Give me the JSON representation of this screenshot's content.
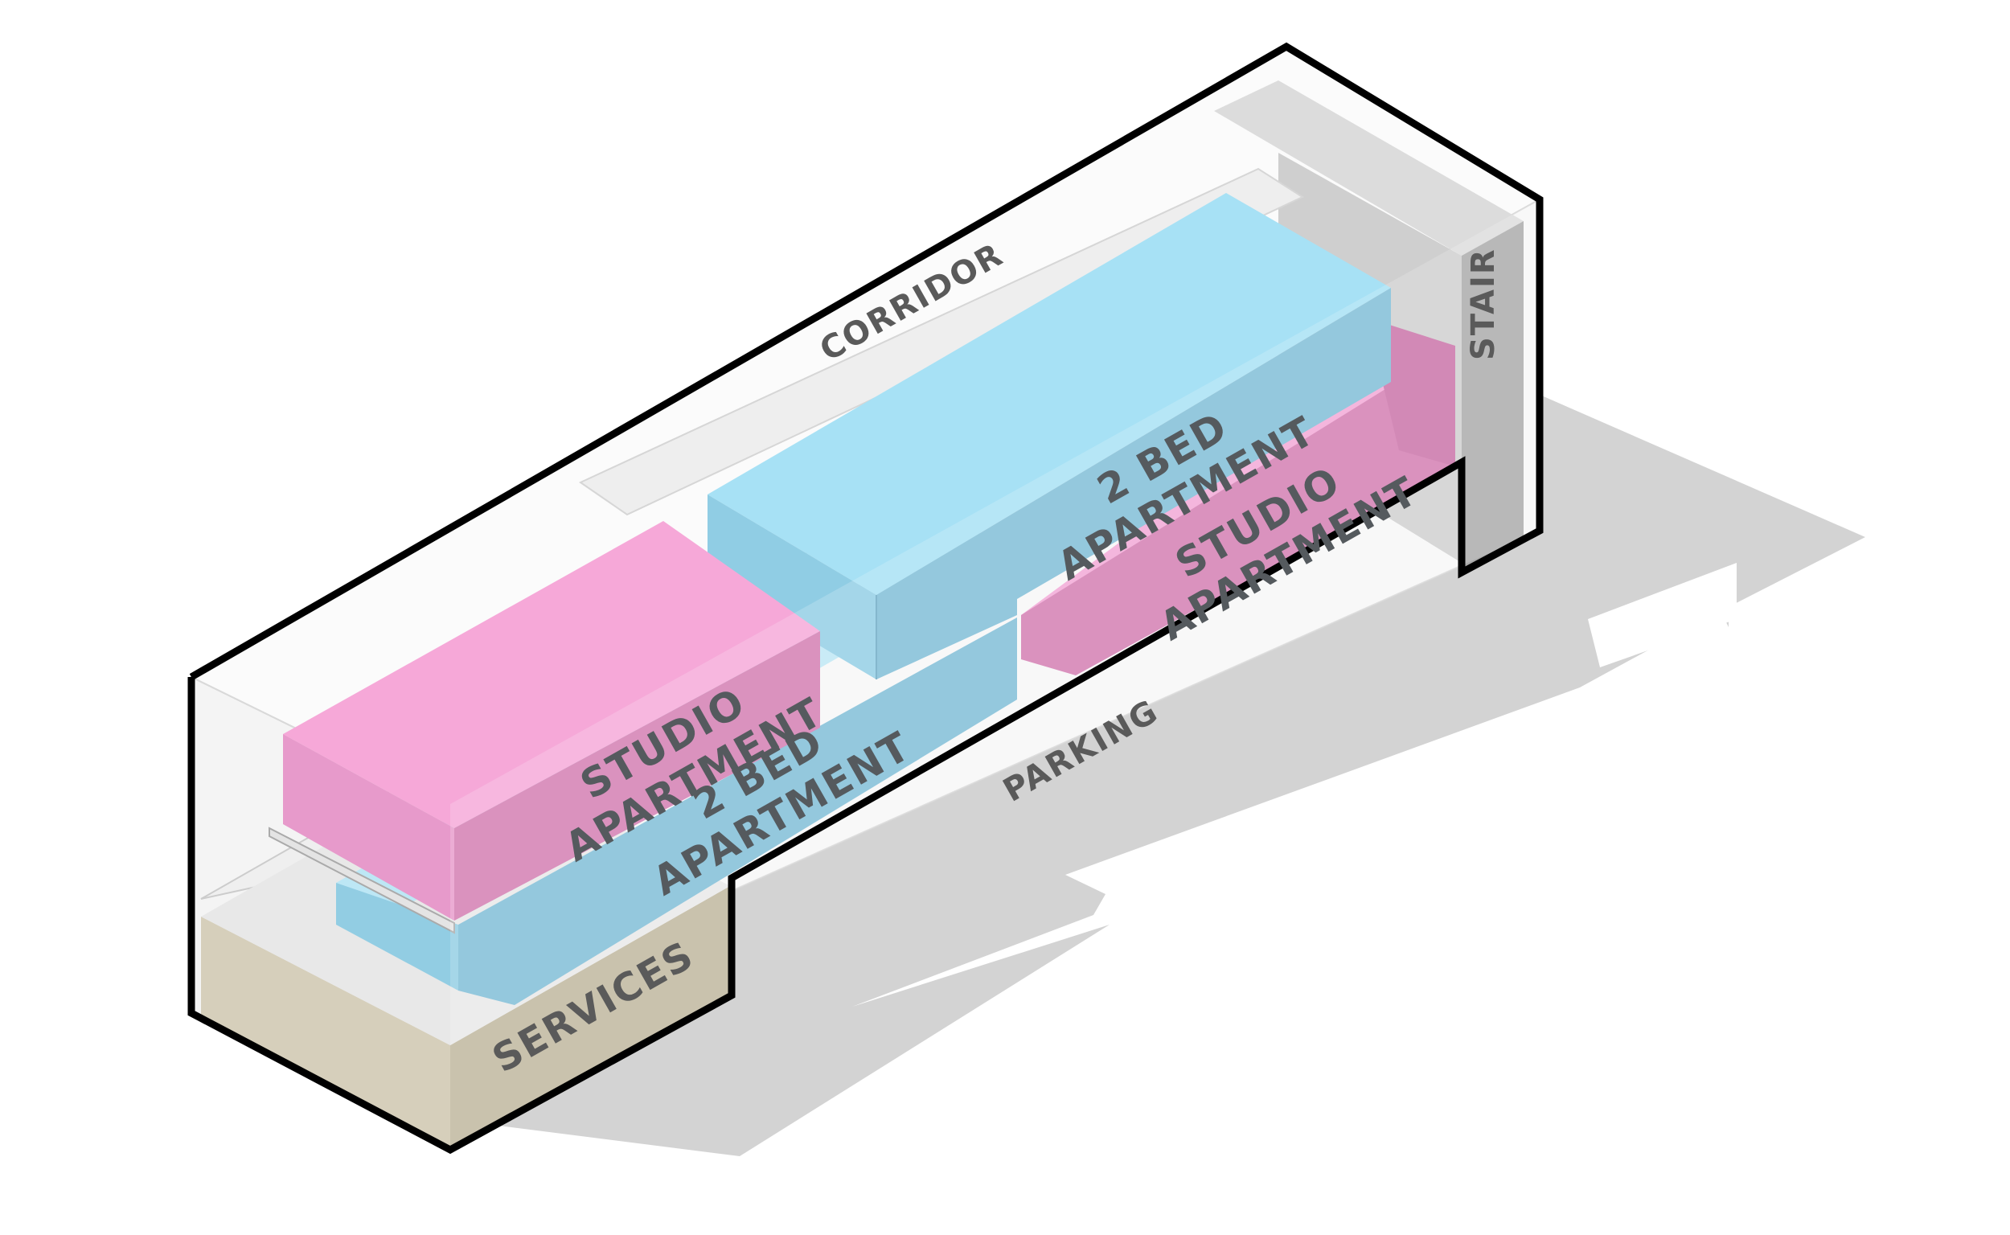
{
  "labels": {
    "corridor": "CORRIDOR",
    "stair": "STAIR",
    "parking": "PARKING",
    "services": "SERVICES",
    "studio_upper": [
      "STUDIO",
      "APARTMENT"
    ],
    "twobed_lower": [
      "2 BED",
      "APARTMENT"
    ],
    "twobed_upper": [
      "2 BED",
      "APARTMENT"
    ],
    "studio_lower": [
      "STUDIO",
      "APARTMENT"
    ]
  },
  "colors": {
    "studio_pink": "#f6a8d8",
    "studio_pink_side": "#d27ab0",
    "twobed_blue": "#a7e1f5",
    "twobed_blue_side": "#7dbcd6",
    "services_tan": "#cdc6b1",
    "stair_gray": "#a9a9a9",
    "shadow_gray": "#d3d3d3",
    "outline": "#000000"
  }
}
